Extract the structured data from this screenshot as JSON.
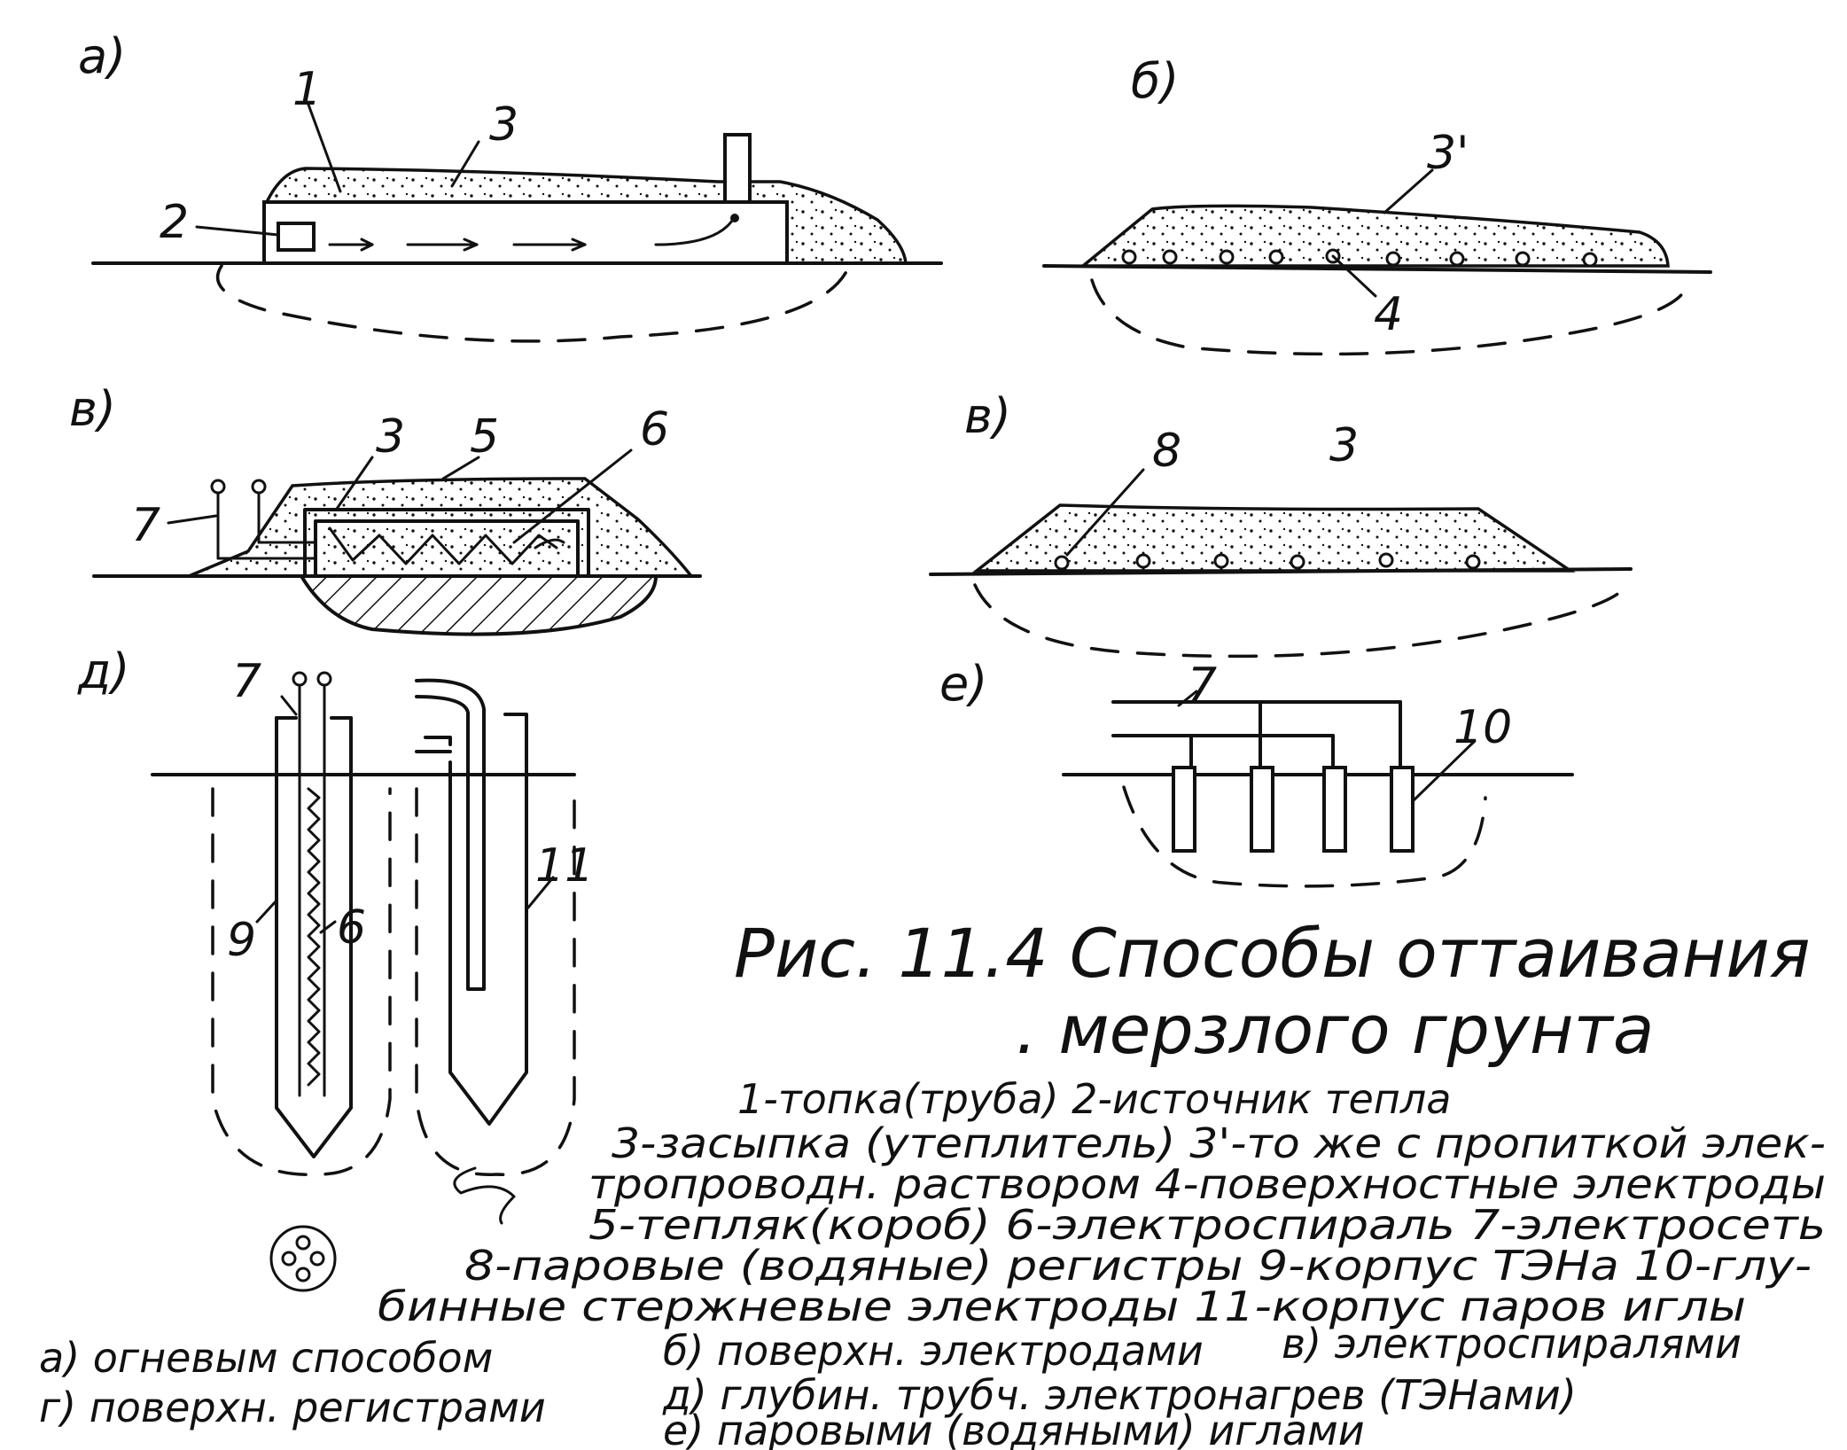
{
  "figure": {
    "caption_line1": "Рис. 11.4  Способы  оттаивания",
    "caption_line2": ". мерзлого   грунта"
  },
  "panels": {
    "a": {
      "letter": "а)",
      "labels": [
        "1",
        "3",
        "2"
      ]
    },
    "b": {
      "letter": "б)",
      "labels": [
        "3'",
        "4"
      ]
    },
    "v": {
      "letter": "в)",
      "labels": [
        "3",
        "5",
        "6",
        "7"
      ]
    },
    "g": {
      "letter": "в)",
      "labels": [
        "8",
        "3"
      ]
    },
    "d": {
      "letter": "д)",
      "labels": [
        "7",
        "9",
        "6",
        "11"
      ]
    },
    "e": {
      "letter": "е)",
      "labels": [
        "7",
        "10"
      ]
    }
  },
  "legend": [
    "1-топка(труба)  2-источник тепла",
    "3-засыпка (утеплитель) 3'-то же с пропиткой элек-",
    "тропроводн. раствором  4-поверхностные электроды",
    "5-тепляк(короб)  6-электроспираль 7-электросеть",
    "8-паровые (водяные) регистры  9-корпус ТЭНа 10-глу-",
    "бинные  стержневые электроды 11-корпус паров иглы"
  ],
  "methods": {
    "row1_left": "а) огневым способом",
    "row1_mid": "б) поверхн. электродами",
    "row1_right": "в) электроспиралями",
    "row2_left": "г) поверхн. регистрами",
    "row2_right": "д) глубин. трубч. электронагрев (ТЭНами)",
    "row3": "е) паровыми (водяными) иглами"
  }
}
